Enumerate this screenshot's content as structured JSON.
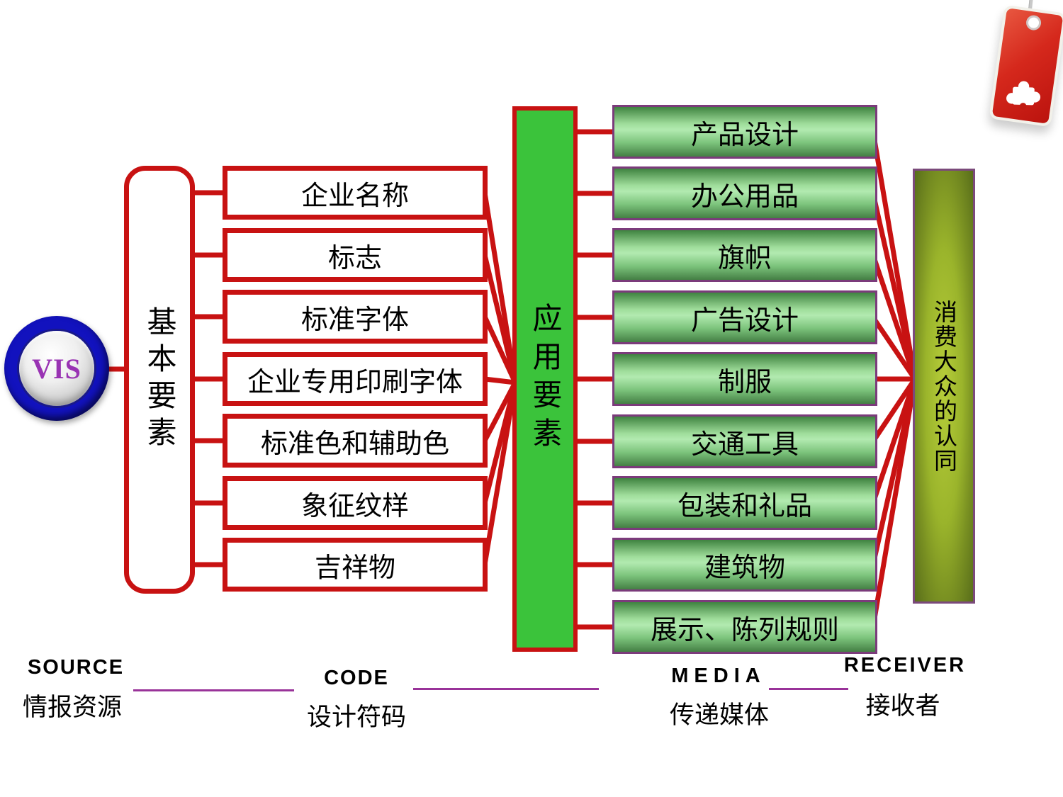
{
  "diagram": {
    "vis_label": "VIS",
    "basic": {
      "title": "基本要素",
      "items": [
        "企业名称",
        "标志",
        "标准字体",
        "企业专用印刷字体",
        "标准色和辅助色",
        "象征纹样",
        "吉祥物"
      ]
    },
    "application": {
      "title": "应用要素"
    },
    "media_items": [
      "产品设计",
      "办公用品",
      "旗帜",
      "广告设计",
      "制服",
      "交通工具",
      "包装和礼品",
      "建筑物",
      "展示、陈列规则"
    ],
    "receiver": {
      "title": "消费大众的认同"
    }
  },
  "footer": {
    "source": {
      "en": "SOURCE",
      "zh": "情报资源"
    },
    "code": {
      "en": "CODE",
      "zh": "设计符码"
    },
    "media": {
      "en": "MEDIA",
      "zh": "传递媒体"
    },
    "receiver": {
      "en": "RECEIVER",
      "zh": "接收者"
    }
  },
  "icons": {
    "tag_icon": "puzzle-icon"
  },
  "colors": {
    "connector_red": "#C81212",
    "application_green": "#3BC33B",
    "media_box_border_purple": "#7B3B7B",
    "receiver_olive": "#8FA824",
    "underline_purple": "#993399",
    "vis_ring_blue": "#1212BE",
    "vis_text_purple": "#9933B3",
    "tag_red": "#D5281C"
  }
}
